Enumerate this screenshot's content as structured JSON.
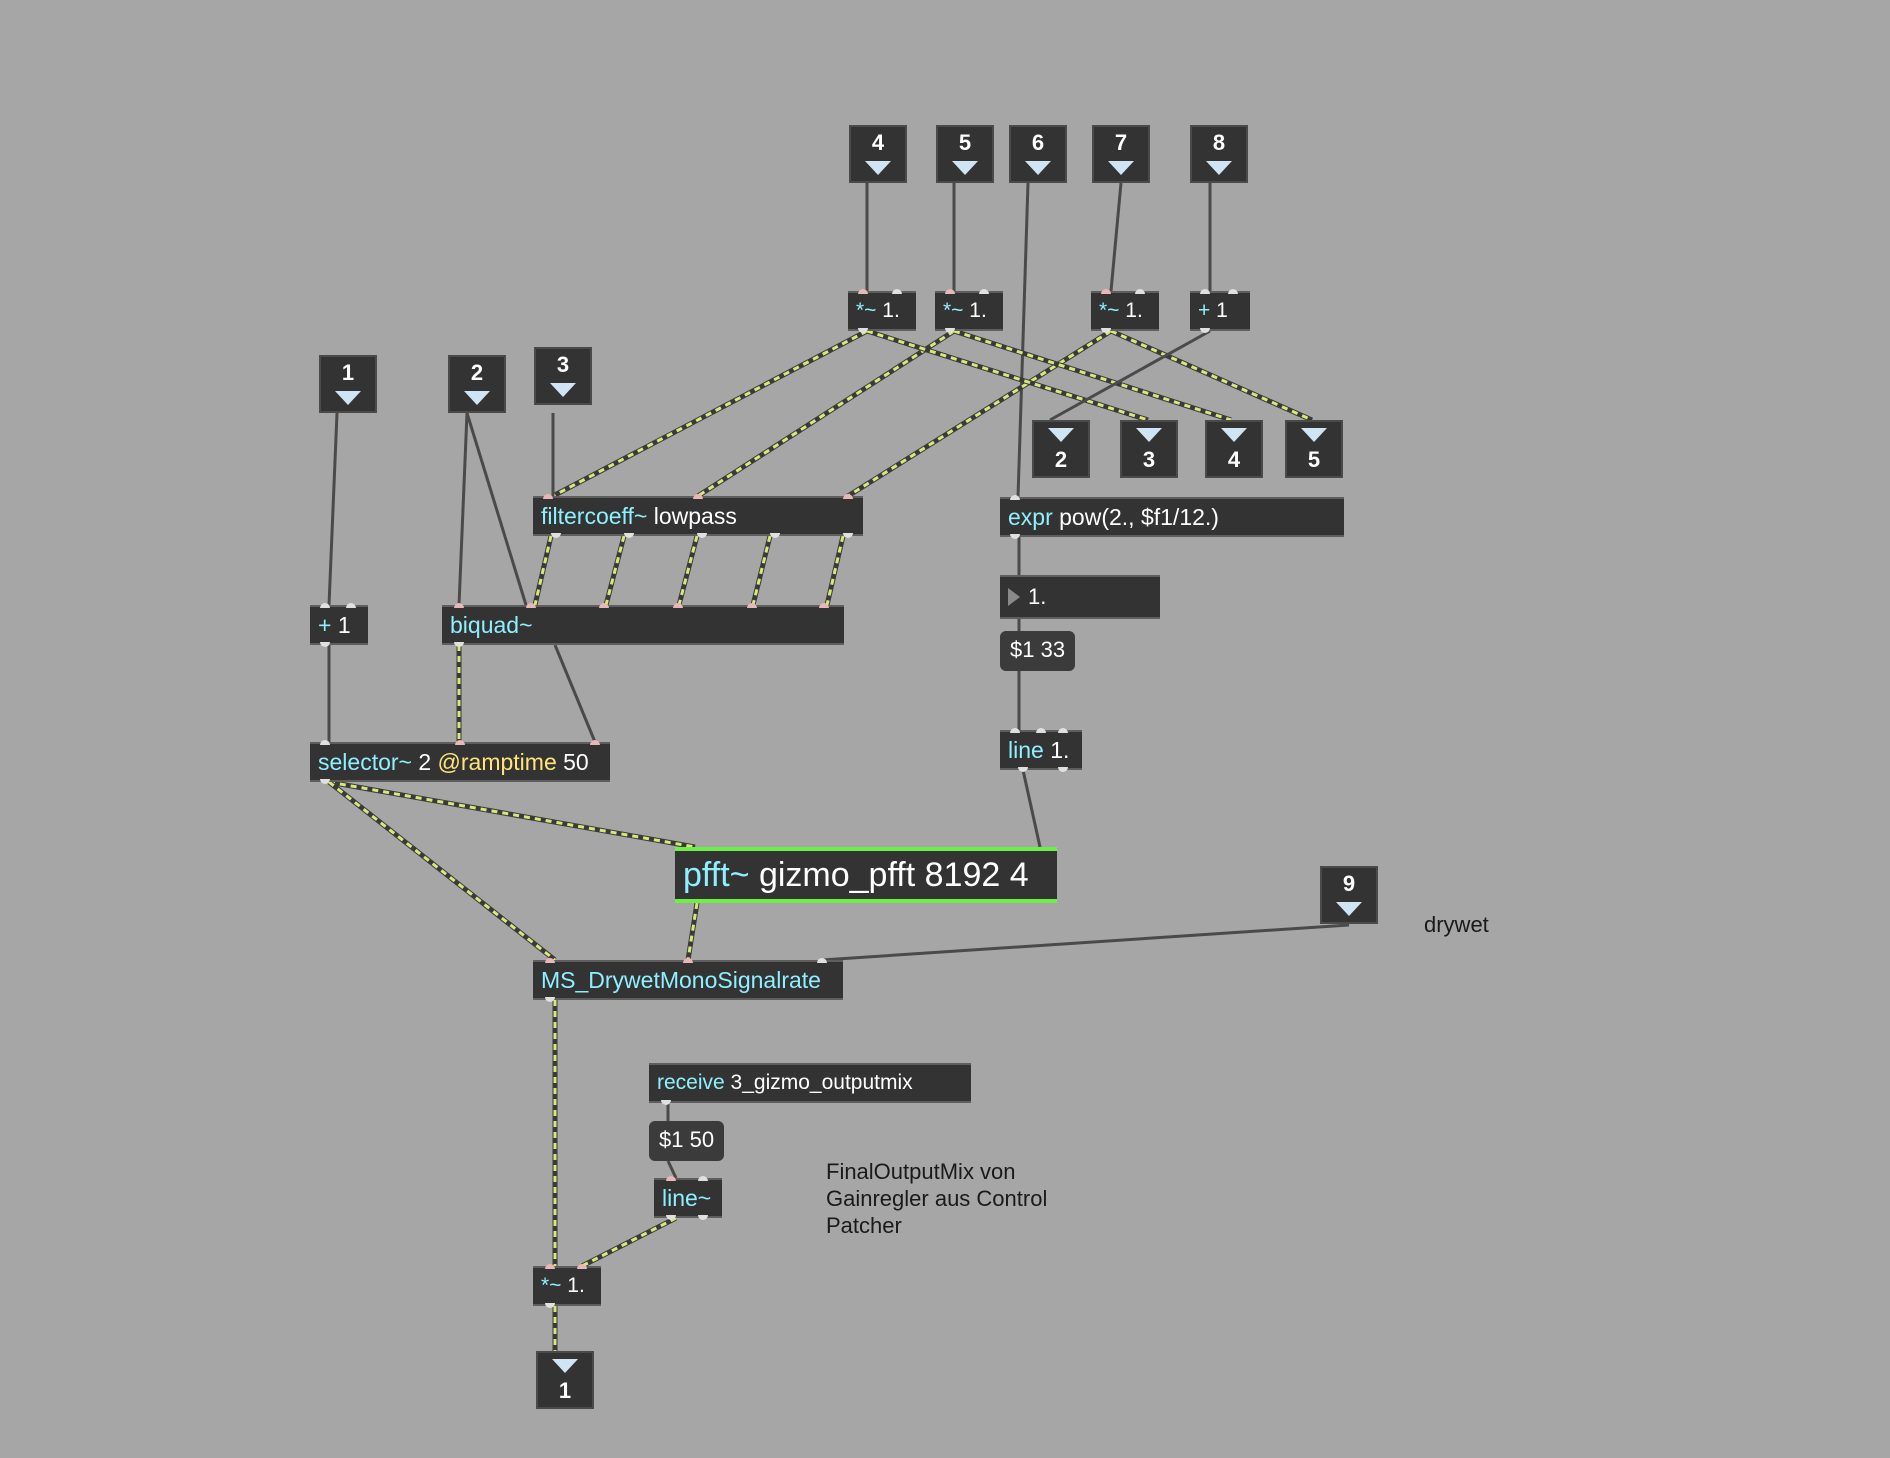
{
  "inlets": [
    {
      "id": "in4",
      "number": "4"
    },
    {
      "id": "in5",
      "number": "5"
    },
    {
      "id": "in6",
      "number": "6"
    },
    {
      "id": "in7",
      "number": "7"
    },
    {
      "id": "in8",
      "number": "8"
    },
    {
      "id": "in1",
      "number": "1"
    },
    {
      "id": "in2",
      "number": "2"
    },
    {
      "id": "in3",
      "number": "3"
    },
    {
      "id": "in9",
      "number": "9"
    }
  ],
  "outlets": [
    {
      "id": "out2",
      "number": "2"
    },
    {
      "id": "out3",
      "number": "3"
    },
    {
      "id": "out4",
      "number": "4"
    },
    {
      "id": "out5",
      "number": "5"
    },
    {
      "id": "out1",
      "number": "1"
    }
  ],
  "objects": {
    "mul_a": {
      "cls": "*~",
      "args": "1."
    },
    "mul_b": {
      "cls": "*~",
      "args": "1."
    },
    "mul_c": {
      "cls": "*~",
      "args": "1."
    },
    "plus_a": {
      "cls": "+",
      "args": "1"
    },
    "filtercoeff": {
      "cls": "filtercoeff~",
      "args": "lowpass"
    },
    "expr": {
      "cls": "expr",
      "args": "pow(2., $f1/12.)"
    },
    "plus_b": {
      "cls": "+",
      "args": "1"
    },
    "biquad": {
      "cls": "biquad~",
      "args": ""
    },
    "selector": {
      "cls": "selector~",
      "args": "2",
      "attr": "@ramptime",
      "attr_val": "50"
    },
    "line_ctl": {
      "cls": "line",
      "args": "1."
    },
    "pfft": {
      "cls": "pfft~",
      "args": "gizmo_pfft 8192 4"
    },
    "drywet": {
      "cls": "MS_DrywetMonoSignalrate",
      "args": ""
    },
    "receive": {
      "cls": "receive",
      "args": "3_gizmo_outputmix"
    },
    "line_sig": {
      "cls": "line~",
      "args": ""
    },
    "mul_out": {
      "cls": "*~",
      "args": "1."
    }
  },
  "messages": {
    "msg_33": "$1 33",
    "msg_50": "$1 50"
  },
  "number_box": {
    "value": "1."
  },
  "comments": {
    "drywet": "drywet",
    "outputmix_lines": [
      "FinalOutputMix von",
      "Gainregler aus Control",
      "Patcher"
    ]
  },
  "colors": {
    "canvas": "#a6a6a6",
    "box": "#333333",
    "class_text": "#8ef0ff",
    "attr_text": "#ffe47a",
    "signal_wire": "#d8e878",
    "control_wire": "#4a4a4a",
    "pfft_border": "#6cf048"
  }
}
